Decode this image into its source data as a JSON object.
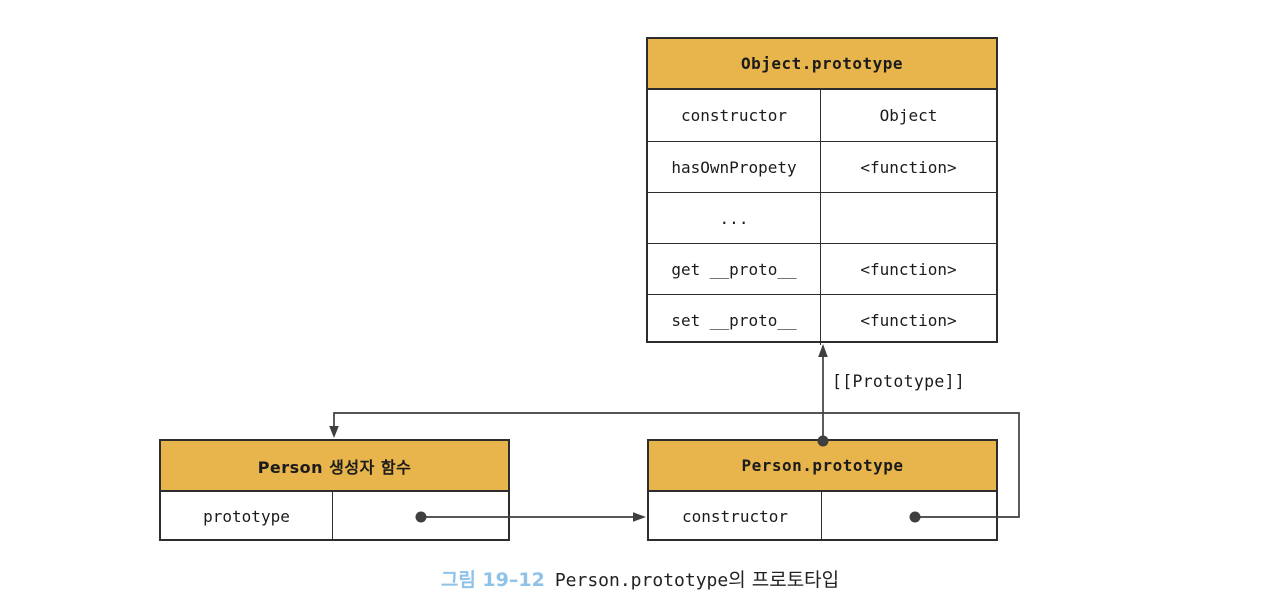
{
  "diagram": {
    "colors": {
      "header_bg": "#E7B54C",
      "border": "#2D2D2D",
      "line": "#3F3F3F",
      "text": "#1B1B1B",
      "caption_accent": "#8FC2E9"
    },
    "tables": {
      "object_prototype": {
        "title": "Object.prototype",
        "rows": [
          {
            "key": "constructor",
            "value": "Object"
          },
          {
            "key": "hasOwnPropety",
            "value": "<function>"
          },
          {
            "key": "...",
            "value": ""
          },
          {
            "key": "get __proto__",
            "value": "<function>"
          },
          {
            "key": "set __proto__",
            "value": "<function>"
          }
        ]
      },
      "person_constructor": {
        "title": "Person 생성자 함수",
        "rows": [
          {
            "key": "prototype",
            "value": ""
          }
        ]
      },
      "person_prototype": {
        "title": "Person.prototype",
        "rows": [
          {
            "key": "constructor",
            "value": ""
          }
        ]
      }
    },
    "labels": {
      "prototype_link": "[[Prototype]]"
    },
    "connections": [
      {
        "from": "Person 생성자 함수 › prototype",
        "to": "Person.prototype",
        "label": ""
      },
      {
        "from": "Person.prototype › constructor",
        "to": "Person 생성자 함수",
        "label": ""
      },
      {
        "from": "Person.prototype",
        "to": "Object.prototype",
        "label": "[[Prototype]]"
      }
    ],
    "caption": {
      "figure": "그림 19–12",
      "code": "Person.prototype",
      "suffix": "의 프로토타입"
    }
  }
}
